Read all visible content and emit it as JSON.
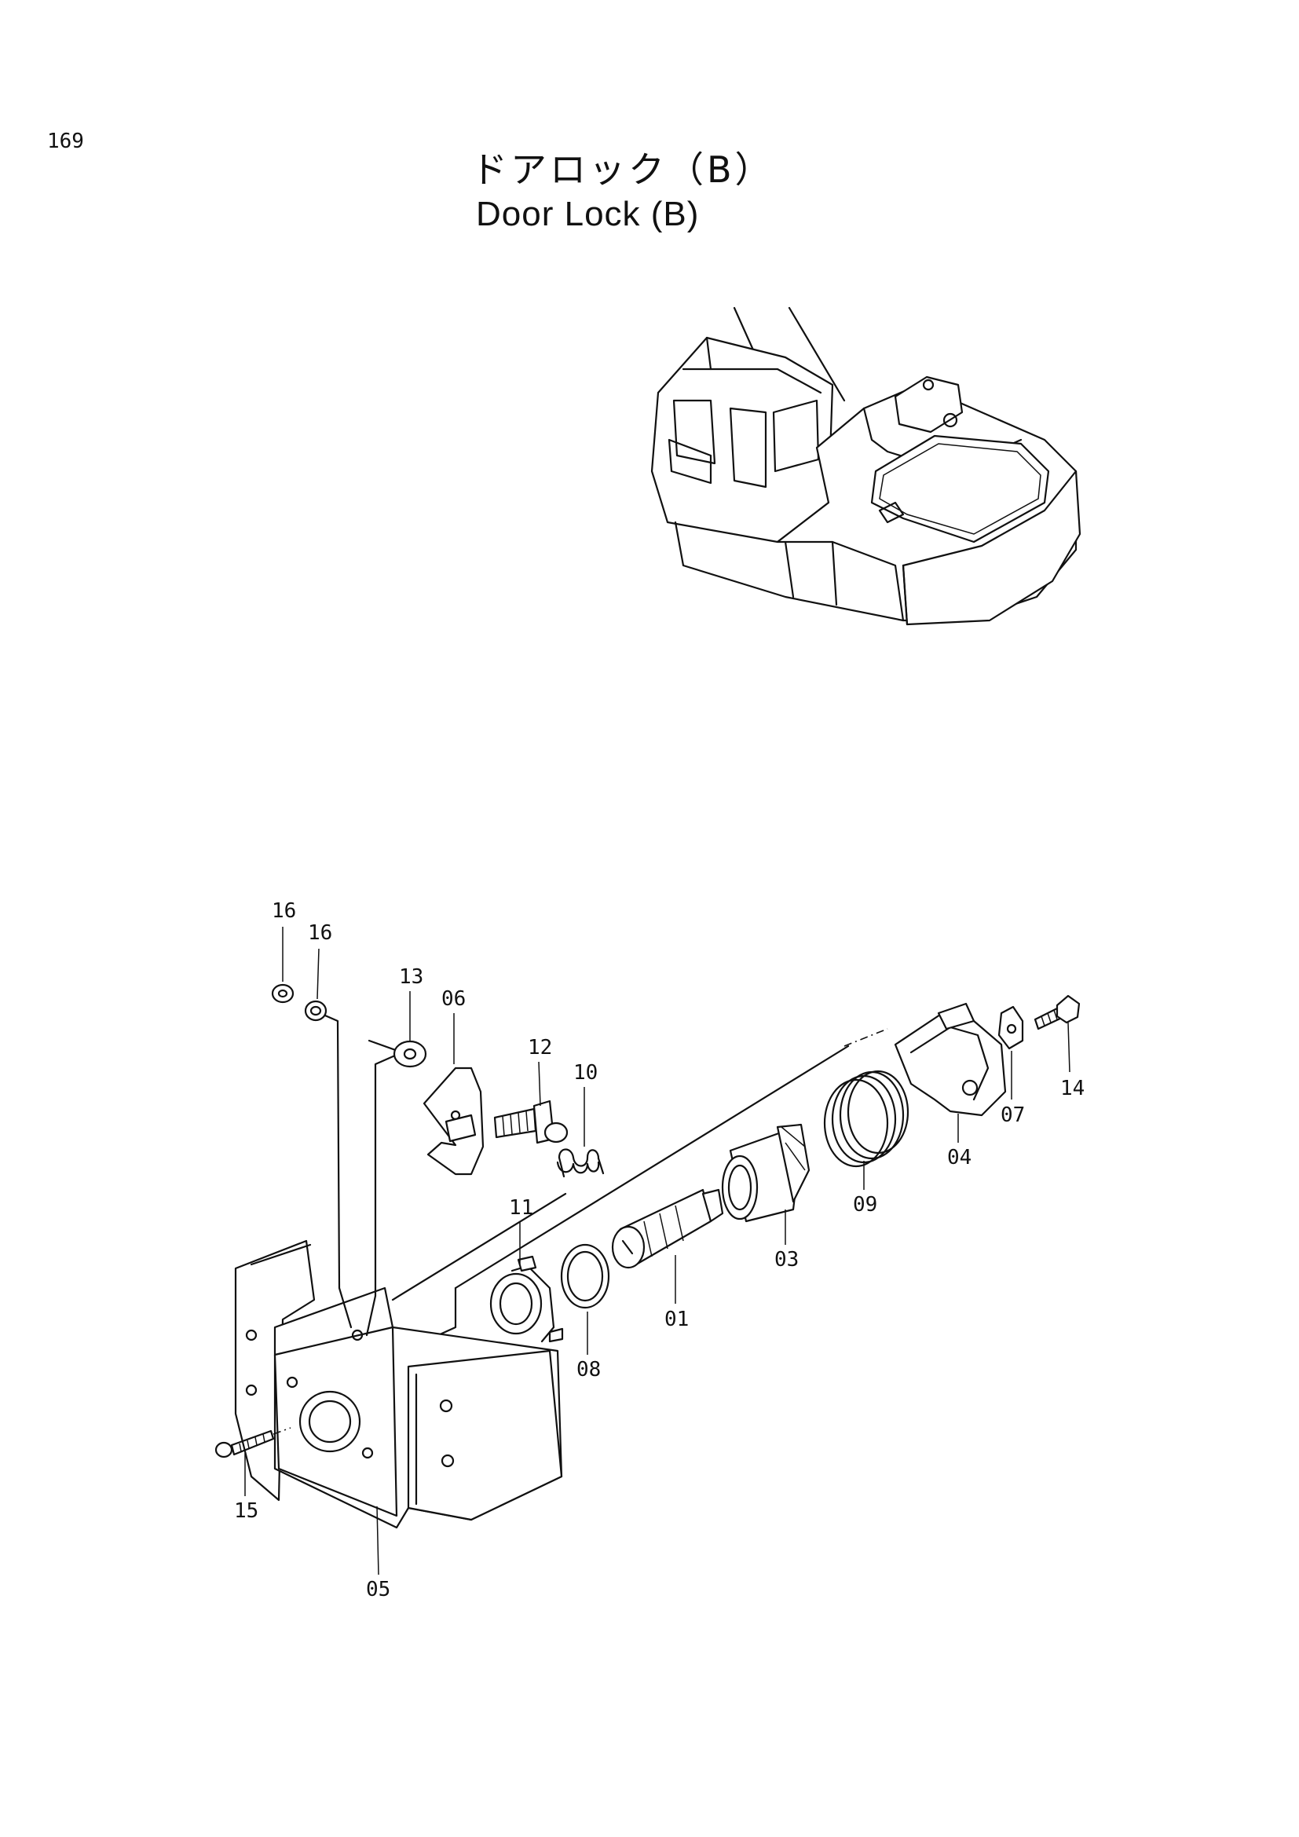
{
  "page": {
    "number": "169",
    "title_ja": "ドアロック（B）",
    "title_en": "Door Lock (B)"
  },
  "parts": {
    "p01": "01",
    "p03": "03",
    "p04": "04",
    "p05": "05",
    "p06": "06",
    "p07": "07",
    "p08": "08",
    "p09": "09",
    "p10": "10",
    "p11": "11",
    "p12": "12",
    "p13": "13",
    "p14": "14",
    "p15": "15",
    "p16a": "16",
    "p16b": "16"
  }
}
